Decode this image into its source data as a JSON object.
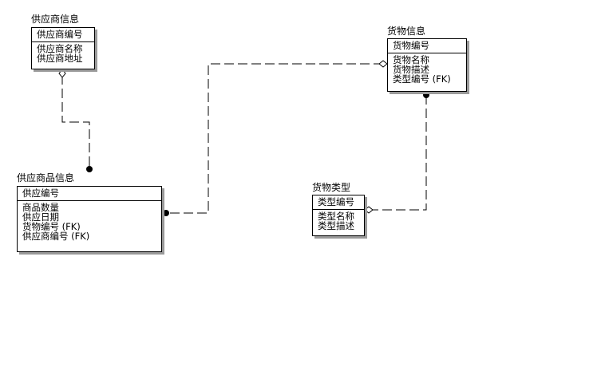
{
  "entities": {
    "supplier": {
      "title": "供应商信息",
      "pk": "供应商编号",
      "attrs": [
        "供应商名称",
        "供应商地址"
      ]
    },
    "goods": {
      "title": "货物信息",
      "pk": "货物编号",
      "attrs": [
        "货物名称",
        "货物描述",
        "类型编号 (FK)"
      ]
    },
    "supply": {
      "title": "供应商品信息",
      "pk": "供应编号",
      "attrs": [
        "商品数量",
        "供应日期",
        "货物编号 (FK)",
        "供应商编号 (FK)"
      ]
    },
    "category": {
      "title": "货物类型",
      "pk": "类型编号",
      "attrs": [
        "类型名称",
        "类型描述"
      ]
    }
  }
}
